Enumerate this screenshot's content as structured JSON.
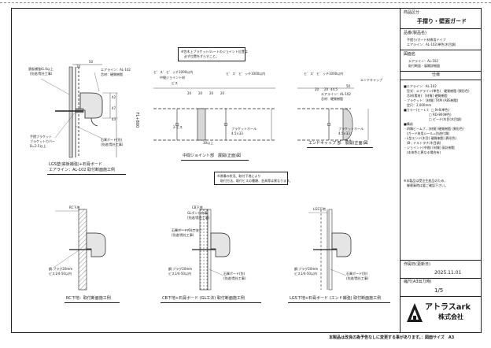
{
  "title_block": {
    "category_label": "商品区分",
    "category_value": "手摺り・壁面ガード",
    "product_label": "品番(製品名)",
    "product_value_1": "手摺り/ガード材専用ドイブ",
    "product_value_2": "エアライン：AL-102(単色/木目調)",
    "drawing_name_label": "図面名",
    "drawing_name_1": "エアライン：AL-102",
    "drawing_name_2": "取付断面・展開詳細図",
    "spec_label": "仕様",
    "spec_lines": [
      "■エアライン：AL-102",
      "　型式：エアライン(単色)　硬質樹脂 (異形色)",
      "　芯材(素材)：[材質] 硬質樹脂",
      "・ブラケット：[材質] TKM (ABS樹脂)",
      "　定尺：2,000mm",
      "■カラー(ヒーレ)：□ N-8(単色)",
      "　　　　　　　　□ RD-80(単色)",
      "　　　　　　　　□ ピーチ/木目(木目調)",
      "■構成",
      "・四隅ビームブ…[材質] 硬質樹脂 (異形色)",
      "　(ガード材用シール=別途付属)",
      "・L型エンド(木目) 硬質樹脂 (異形色)",
      "　(B-, ドルトタチ/木目調)",
      "・ジョイント(中間) [材質] 高計樹脂",
      "　(本体色と異なる場合有)"
    ],
    "remark_lines": [
      "※本製品は受注生産品のため、",
      "　御廃棄時は要ご確認下さい。"
    ],
    "date_label": "作図日(更新日)",
    "date_value": "2025.11.01",
    "scale_label": "縮尺(A3出力時)",
    "scale_value": "1/5",
    "company_brand": "アトラスark",
    "company_suffix": "株式会社"
  },
  "footer_note": "本製品は改良の為予告なしに変更する事があります。：図面サイズ　A3",
  "top_note": [
    "※笠木上ブラケット/ルートのジョイント位置は",
    "　必ず位置をずらすこと。"
  ],
  "mid_note": [
    "※現場の状況、取付下地により",
    "　取付方法、取付ビスの種類、金具等は異なります。"
  ],
  "drawings": {
    "d1": {
      "caption_1": "LGS壁(鉄板補強)+石膏ボード",
      "caption_2": "エアライン：AL-102 取付断面施工例",
      "labels": [
        "鉄板補強t1.6以上",
        "(別途/貴社工事)",
        "エアライン：AL-102",
        "芯材：硬質樹脂",
        "手摺ブラケット",
        "ブラケットカバー",
        "B=2.5以上",
        "石膏ボード(別)",
        "(別途/貴社工事)"
      ],
      "dims": [
        "50",
        "30",
        "42",
        "47",
        "43",
        "FL+800"
      ]
    },
    "d2": {
      "caption": "中間ジョイント部　展開(正面)図",
      "labels": [
        "中間ジョイント材",
        "ビス",
        "ヒ゛ス゛ヒ゛ッチ1000以内",
        "ブラケットホール",
        "4.5×33",
        "2-ビス",
        "30以上"
      ],
      "dims": [
        "20",
        "20",
        "20",
        "20"
      ]
    },
    "d3": {
      "caption": "エンドキャップ 部　展開(正面)図",
      "labels": [
        "エアライン：AL-102",
        "芯材：硬質樹脂",
        "ヒ゛ス゛ヒ゛ッチ1000以内",
        "エンドキャップ",
        "ブラケットホール",
        "4.5×33"
      ],
      "dims": [
        "50",
        "44.5",
        "20",
        "20"
      ]
    },
    "d4": {
      "caption": "RC下地：取付断面施工例",
      "labels": [
        "RC下地",
        "鋼.プラグ20mm",
        "ビス1/4-50以内"
      ]
    },
    "d5": {
      "caption": "CB下地+石膏ボード (GL工法) 取付断面施工例",
      "labels": [
        "CB下地",
        "GLボンド充填",
        "(別途/貴社工事)",
        "石膏ボード/GL工法",
        "(別途/貴社工事)",
        "鋼.プラグ20mm",
        "ビス1/4-50以内",
        "石膏ボード(別)",
        "(別途/貴社工事)"
      ]
    },
    "d6": {
      "caption": "LGS下地+石膏ボード (エンド補強) 取付断面施工例",
      "labels": [
        "LGS下地",
        "鋼.プラグ20mm",
        "ビス1/4-50以内",
        "石膏ボード(別)",
        "(別途/貴社工事)"
      ]
    }
  }
}
